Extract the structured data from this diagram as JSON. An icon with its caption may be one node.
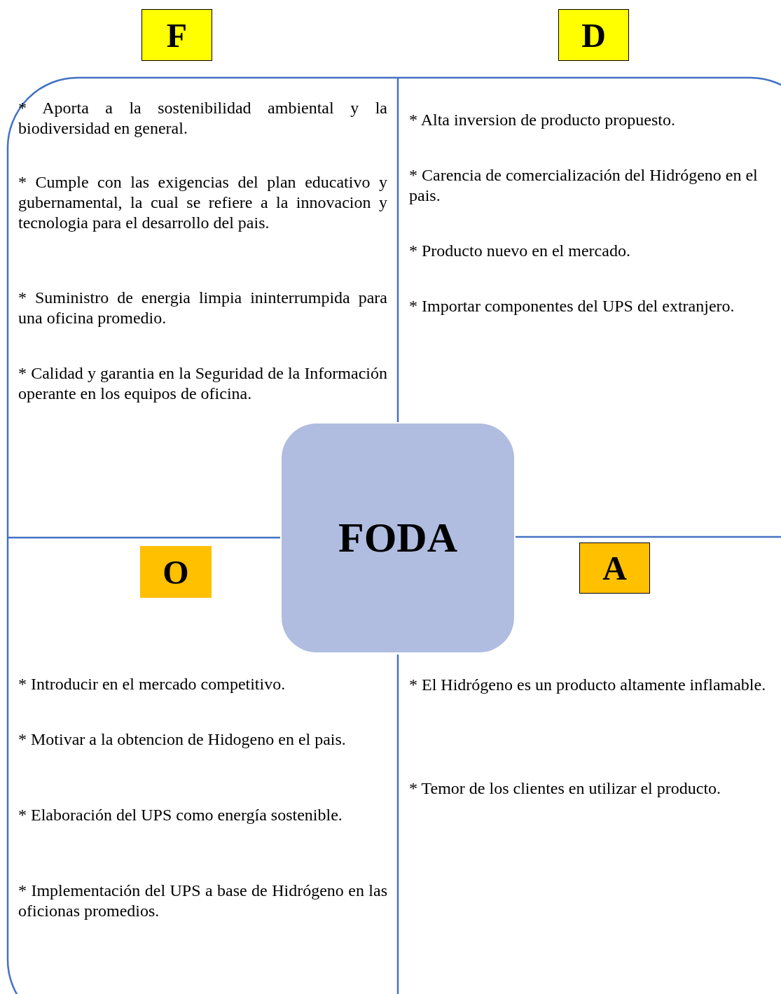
{
  "diagram": {
    "nodes": [
      {
        "text": [
          "F"
        ]
      },
      {
        "text": [
          "D"
        ]
      },
      {
        "text": [
          "FODA"
        ]
      },
      {
        "text": [
          "O"
        ]
      },
      {
        "text": [
          "A"
        ]
      }
    ],
    "labels": [
      "* Aporta a la sostenibilidad ambiental y la biodiversidad en general.",
      "* Cumple con las exigencias del plan educativo y gubernamental, la cual se refiere a la innovacion y tecnologia para el desarrollo del pais.",
      "* Suministro de energia limpia ininterrumpida para una oficina promedio.",
      "* Calidad y garantia en la Seguridad de la Información operante en los equipos de oficina.",
      "* Alta inversion de producto propuesto.",
      "* Carencia de comercialización del Hidrógeno en el pais.",
      "* Producto nuevo en el mercado.",
      "* Importar componentes del UPS del extranjero.",
      "* Introducir en el mercado competitivo.",
      "* Motivar a la obtencion de Hidogeno en el pais.",
      "* Elaboración del UPS como energía sostenible.",
      "* Implementación del UPS a base de Hidrógeno en las oficionas promedios.",
      "* El Hidrógeno es un producto altamente inflamable.",
      "* Temor de los clientes en utilizar el producto."
    ]
  }
}
